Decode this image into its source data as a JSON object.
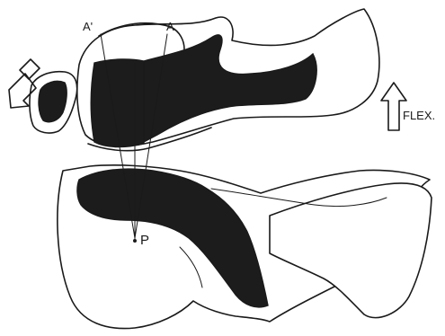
{
  "labels": {
    "a_prime": "A'",
    "a": "A",
    "p": "P",
    "flex": "FLEX."
  }
}
